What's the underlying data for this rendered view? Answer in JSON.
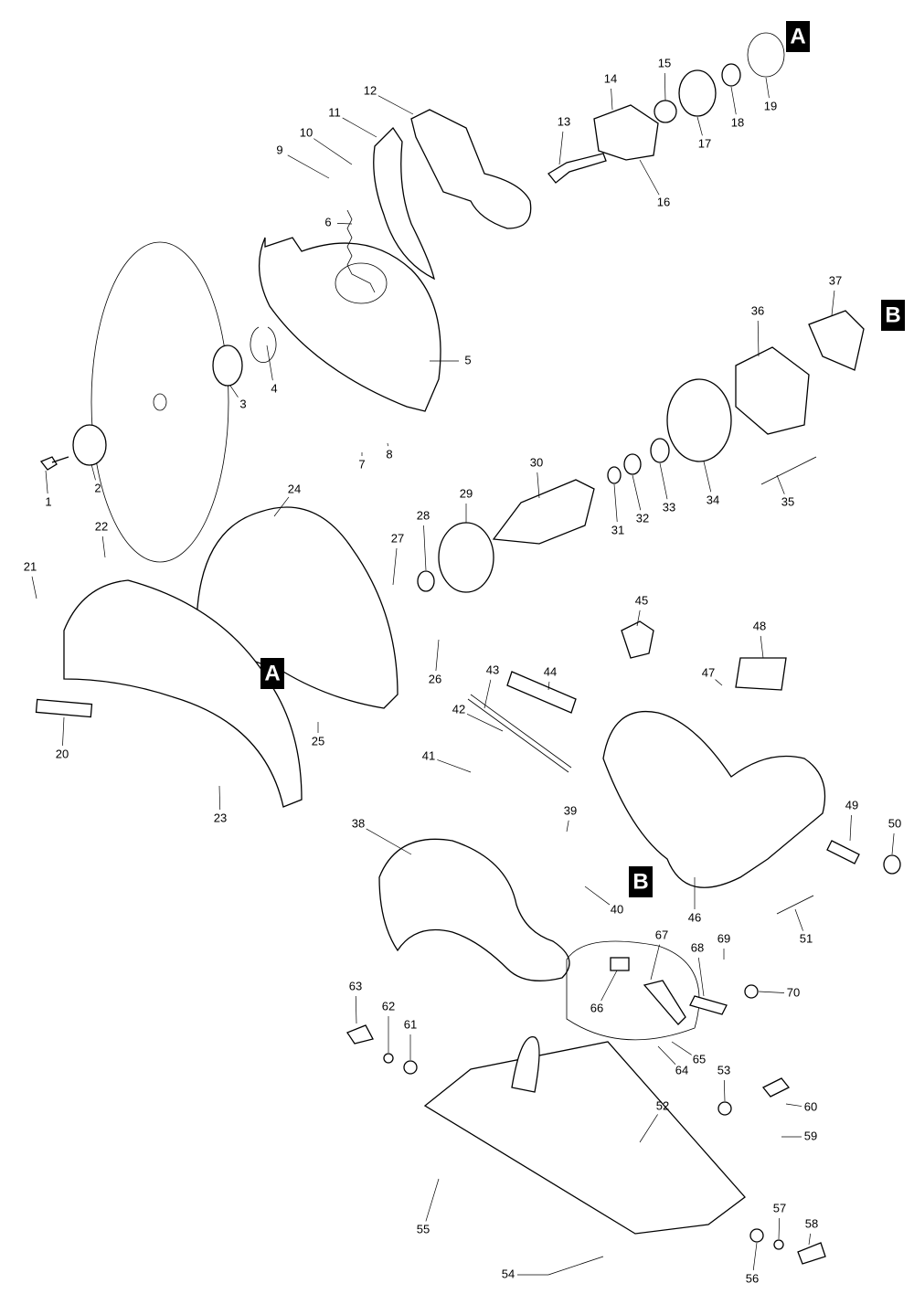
{
  "diagram": {
    "type": "exploded-parts-diagram",
    "part_labels": [
      "1",
      "2",
      "3",
      "4",
      "5",
      "6",
      "7",
      "8",
      "9",
      "10",
      "11",
      "12",
      "13",
      "14",
      "15",
      "16",
      "17",
      "18",
      "19",
      "20",
      "21",
      "22",
      "23",
      "24",
      "25",
      "26",
      "27",
      "28",
      "29",
      "30",
      "31",
      "32",
      "33",
      "34",
      "35",
      "36",
      "37",
      "38",
      "39",
      "40",
      "41",
      "42",
      "43",
      "44",
      "45",
      "46",
      "47",
      "48",
      "49",
      "50",
      "51",
      "52",
      "53",
      "54",
      "55",
      "56",
      "57",
      "58",
      "59",
      "60",
      "61",
      "62",
      "63",
      "64",
      "65",
      "66",
      "67",
      "68",
      "69",
      "70"
    ],
    "callouts": [
      {
        "letter": "A"
      },
      {
        "letter": "A"
      },
      {
        "letter": "B"
      },
      {
        "letter": "B"
      }
    ]
  }
}
